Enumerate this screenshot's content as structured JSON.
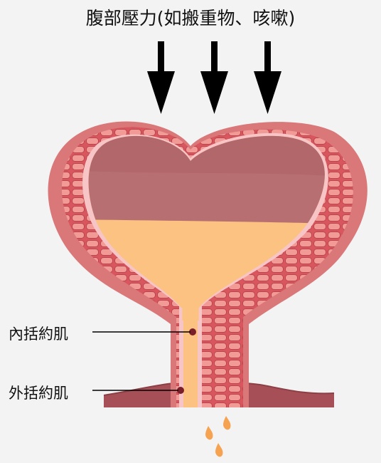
{
  "title": "腹部壓力(如搬重物、咳嗽)",
  "labels": {
    "internal_sphincter": "內括約肌",
    "external_sphincter": "外括約肌"
  },
  "colors": {
    "background": "#f3f3f3",
    "bladder_outer": "#d97779",
    "bladder_wall": "#d9565e",
    "wall_cells": "#f29a96",
    "urine": "#fbc282",
    "urine_cavity_top": "#b76f71",
    "lining": "#f7c5c6",
    "pelvic_floor": "#a64f56",
    "arrow": "#000000"
  }
}
